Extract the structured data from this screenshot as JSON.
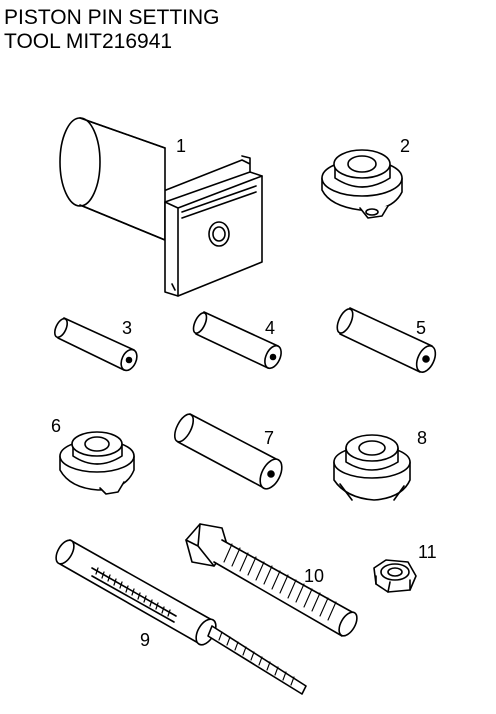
{
  "title": {
    "line1": "PISTON PIN SETTING",
    "line2": "TOOL MIT216941"
  },
  "parts": [
    {
      "label": "1"
    },
    {
      "label": "2"
    },
    {
      "label": "3"
    },
    {
      "label": "4"
    },
    {
      "label": "5"
    },
    {
      "label": "6"
    },
    {
      "label": "7"
    },
    {
      "label": "8"
    },
    {
      "label": "9"
    },
    {
      "label": "10"
    },
    {
      "label": "11"
    }
  ]
}
